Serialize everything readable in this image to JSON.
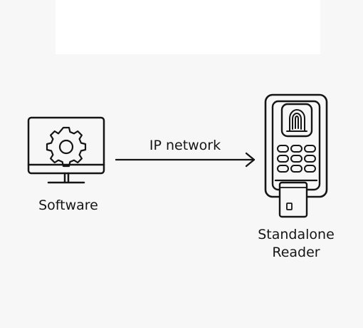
{
  "diagram": {
    "software": {
      "label": "Software",
      "icon": "computer-monitor-with-gear-icon"
    },
    "connection": {
      "label": "IP network",
      "icon": "right-arrow"
    },
    "reader": {
      "label_line_1": "Standalone",
      "label_line_2": "Reader",
      "icon": "fingerprint-keypad-card-reader-icon"
    }
  },
  "colors": {
    "background": "#f7f7f7",
    "top_panel": "#ffffff",
    "ink": "#151515"
  }
}
